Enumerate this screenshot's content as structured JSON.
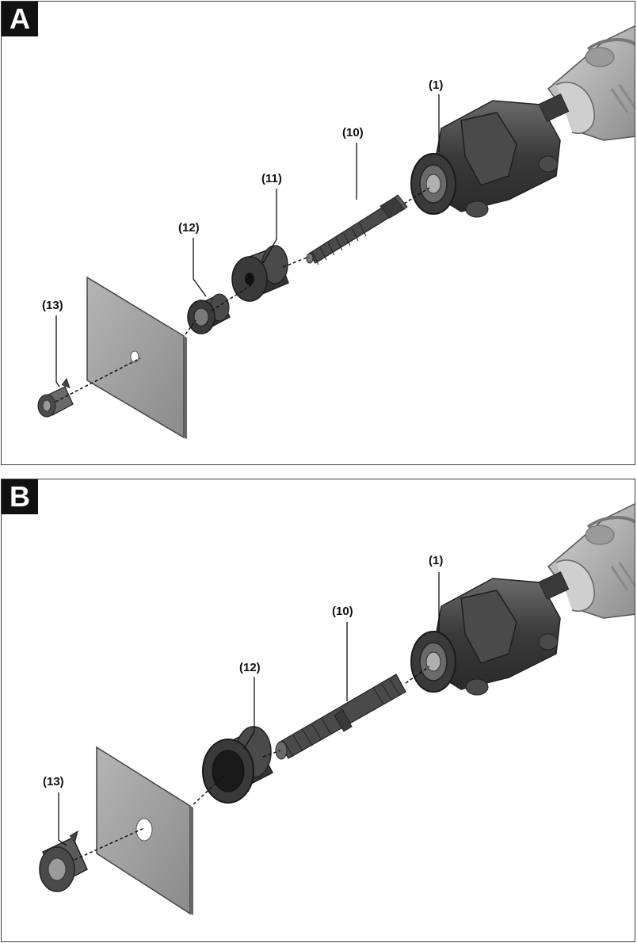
{
  "panels": [
    {
      "tag": "A",
      "callouts": {
        "c1": "(1)",
        "c10": "(10)",
        "c11": "(11)",
        "c12": "(12)",
        "c13": "(13)"
      }
    },
    {
      "tag": "B",
      "callouts": {
        "c1": "(1)",
        "c10": "(10)",
        "c12": "(12)",
        "c13": "(13)"
      }
    }
  ],
  "colors": {
    "metal_dark": "#3c3c3c",
    "metal_mid": "#5a5a5a",
    "metal_light": "#8a8a8a",
    "housing_light": "#b8b8b8",
    "sheet": "#9a9a9a"
  }
}
